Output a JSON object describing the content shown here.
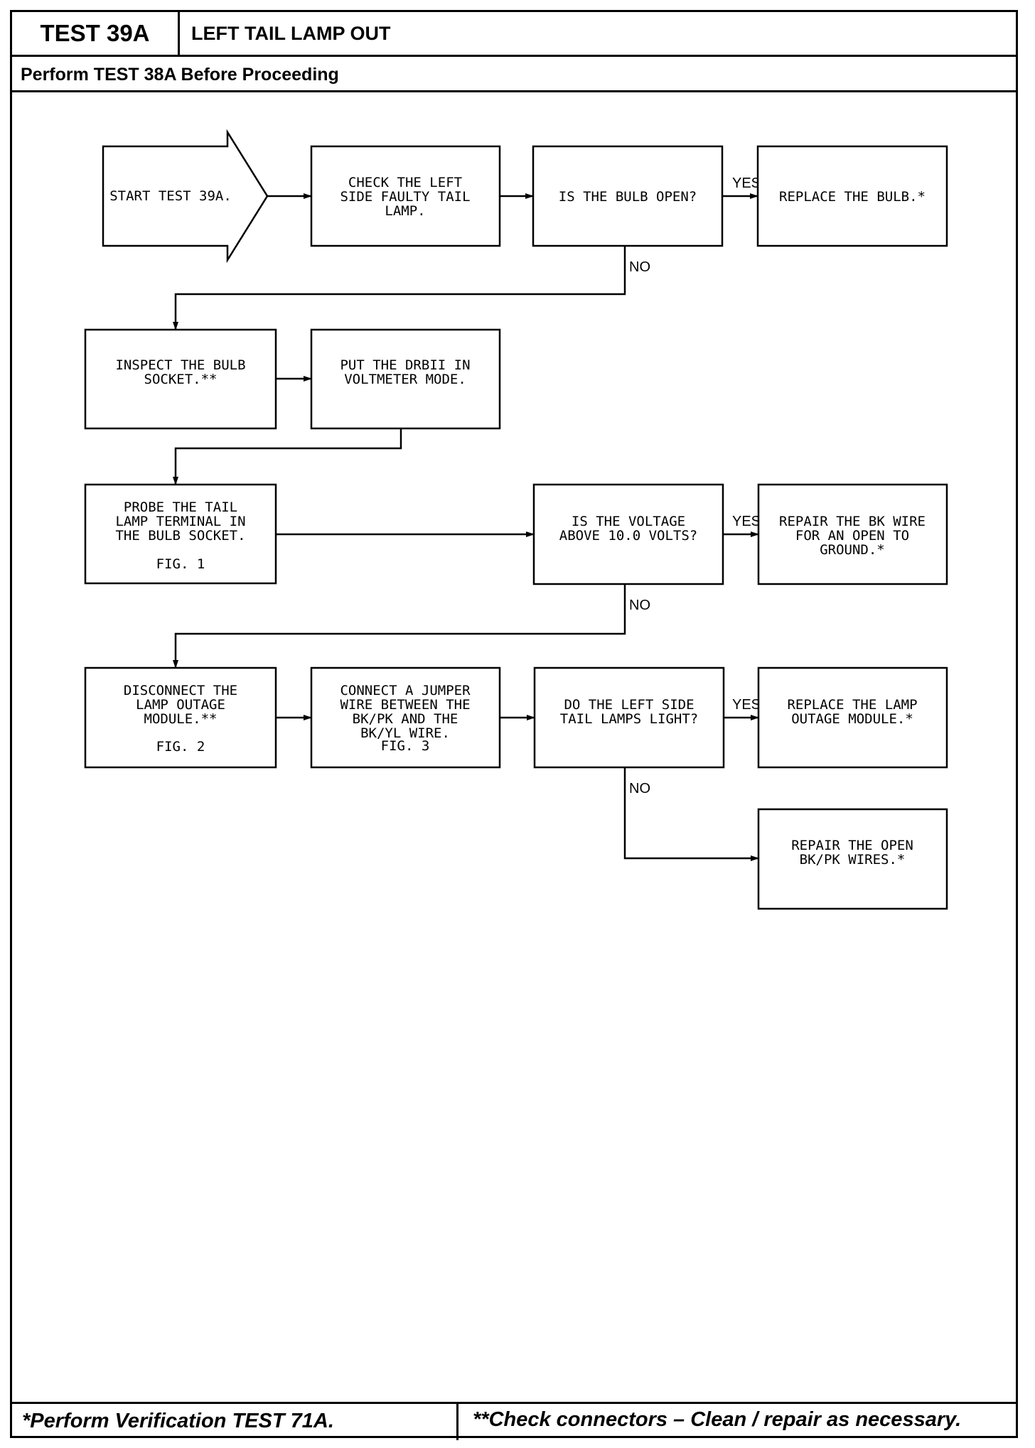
{
  "header": {
    "test_id": "TEST 39A",
    "title": "LEFT TAIL LAMP OUT",
    "subtitle": "Perform TEST 38A Before Proceeding"
  },
  "footer": {
    "left_note": "*Perform Verification TEST 71A.",
    "right_note": "**Check connectors – Clean / repair as necessary."
  },
  "flowchart": {
    "start": "START TEST 39A.",
    "check_left_side": [
      "CHECK THE LEFT",
      "SIDE FAULTY TAIL",
      "LAMP."
    ],
    "q_bulb_open": "IS THE BULB OPEN?",
    "replace_bulb": "REPLACE THE BULB.*",
    "inspect_socket": [
      "INSPECT THE BULB",
      "SOCKET.**"
    ],
    "put_drbii": [
      "PUT THE DRBII IN",
      "VOLTMETER MODE."
    ],
    "probe_terminal": [
      "PROBE THE TAIL",
      "LAMP TERMINAL IN",
      "THE BULB SOCKET."
    ],
    "probe_fig": "FIG. 1",
    "q_voltage": [
      "IS THE VOLTAGE",
      "ABOVE 10.0 VOLTS?"
    ],
    "repair_bk": [
      "REPAIR THE BK WIRE",
      "FOR AN OPEN TO",
      "GROUND.*"
    ],
    "disconnect_module": [
      "DISCONNECT THE",
      "LAMP OUTAGE",
      "MODULE.**"
    ],
    "disconnect_fig": "FIG. 2",
    "connect_jumper": [
      "CONNECT A JUMPER",
      "WIRE BETWEEN THE",
      "BK/PK AND THE",
      "BK/YL WIRE."
    ],
    "connect_fig": "FIG. 3",
    "q_lamps_light": [
      "DO THE LEFT SIDE",
      "TAIL LAMPS LIGHT?"
    ],
    "replace_module": [
      "REPLACE THE LAMP",
      "OUTAGE MODULE.*"
    ],
    "repair_bkpk": [
      "REPAIR THE OPEN",
      "BK/PK WIRES.*"
    ],
    "yes_label": "YES",
    "no_label": "NO"
  }
}
